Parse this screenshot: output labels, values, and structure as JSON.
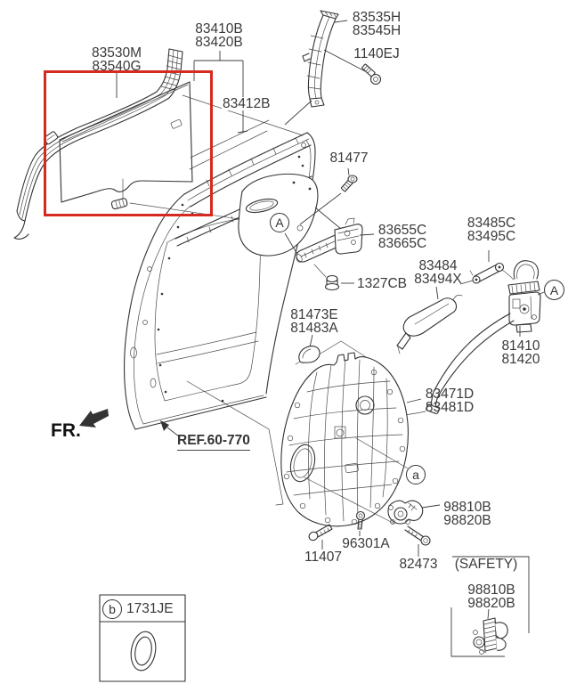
{
  "diagram": {
    "highlight_color": "#d62a20",
    "line_color": "#333333",
    "fr_indicator": "FR.",
    "ref_link": "REF.60-770",
    "safety_caption": "(SAFETY)",
    "callouts": {
      "door_handle": "A",
      "latch": "A",
      "module": "a",
      "grommet": "b"
    },
    "parts": {
      "glass_run": {
        "line1": "83530M",
        "line2": "83540G"
      },
      "front_channel": {
        "line1": "83410B",
        "line2": "83420B"
      },
      "glass": {
        "line1": "83412B"
      },
      "rear_channel": {
        "line1": "83535H",
        "line2": "83545H"
      },
      "bolt_rear_channel": {
        "line1": "1140EJ"
      },
      "bolt_handle_base": {
        "line1": "81477"
      },
      "inside_handle": {
        "line1": "83655C",
        "line2": "83665C"
      },
      "handle_rod": {
        "line1": "83485C",
        "line2": "83495C"
      },
      "nut": {
        "line1": "1327CB"
      },
      "latch_bracket": {
        "line1": "83484",
        "line2": "83494X"
      },
      "door_clip": {
        "line1": "81473E",
        "line2": "81483A"
      },
      "door_latch": {
        "line1": "81410",
        "line2": "81420"
      },
      "module_panel": {
        "line1": "83471D",
        "line2": "83481D"
      },
      "regulator_motor": {
        "line1": "98810B",
        "line2": "98820B"
      },
      "bolt_module_small": {
        "line1": "96301A"
      },
      "bolt_module": {
        "line1": "11407"
      },
      "bolt_motor": {
        "line1": "82473"
      },
      "safety_motor": {
        "line1": "98810B",
        "line2": "98820B"
      },
      "grommet": {
        "line1": "1731JE"
      }
    }
  }
}
